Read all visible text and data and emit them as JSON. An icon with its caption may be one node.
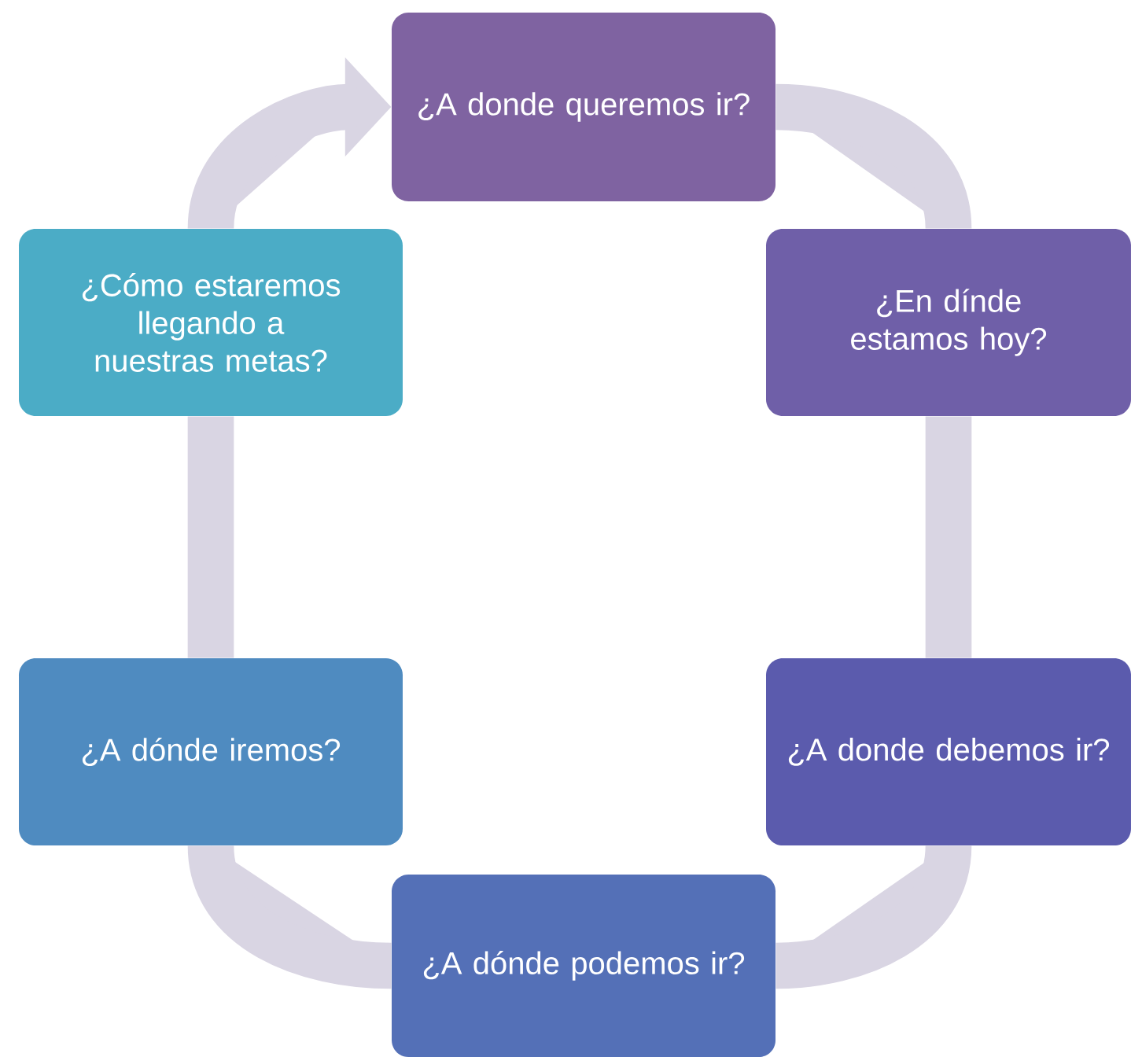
{
  "diagram": {
    "nodes": [
      {
        "text": [
          "¿A donde queremos ir?"
        ]
      },
      {
        "text": [
          "¿En dínde estamos hoy?"
        ]
      },
      {
        "text": [
          "¿A donde debemos ir?"
        ]
      },
      {
        "text": [
          "¿A dónde podemos ir?"
        ]
      },
      {
        "text": [
          "¿A dónde iremos?"
        ]
      },
      {
        "text": [
          "¿Cómo estaremos llegando a nuestras metas?"
        ]
      }
    ],
    "edges": [
      {
        "from": 0,
        "to": 1,
        "arrow": "none"
      },
      {
        "from": 1,
        "to": 2,
        "arrow": "none"
      },
      {
        "from": 2,
        "to": 3,
        "arrow": "none"
      },
      {
        "from": 3,
        "to": 4,
        "arrow": "none"
      },
      {
        "from": 4,
        "to": 5,
        "arrow": "none"
      },
      {
        "from": 5,
        "to": 0,
        "arrow": "to"
      }
    ]
  }
}
